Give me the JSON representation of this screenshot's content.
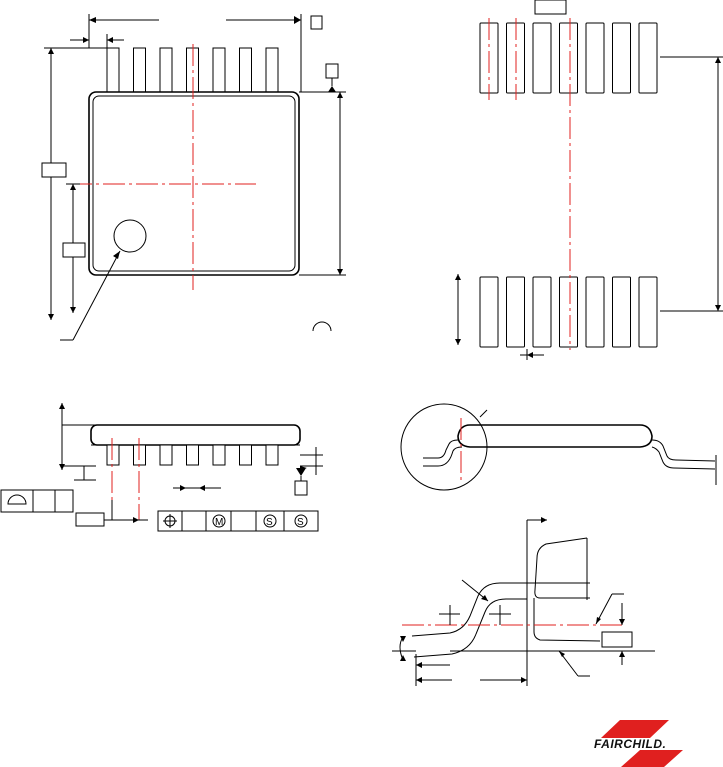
{
  "drawing": {
    "views": [
      "top-view",
      "land-pattern",
      "side-view",
      "end-view",
      "gauge-detail"
    ],
    "feature_control_frame": {
      "symbols": [
        "position",
        "M",
        "S",
        "S"
      ]
    },
    "profile_symbol": "profile-of-surface",
    "pin_count_per_side": 7
  },
  "logo": {
    "text": "FAIRCHILD.",
    "color": "#e0201f"
  }
}
